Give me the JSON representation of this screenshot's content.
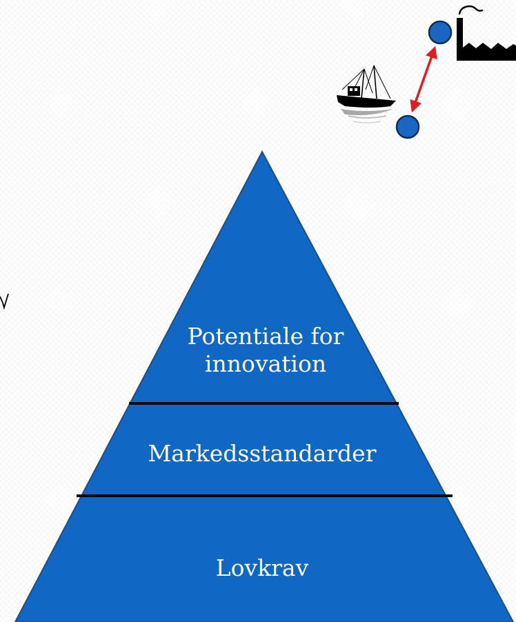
{
  "pyramid": {
    "tiers": [
      {
        "line1": "Potentiale for",
        "line2": "innovation"
      },
      {
        "label": "Markedsstandarder"
      },
      {
        "label": "Lovkrav"
      }
    ]
  },
  "colors": {
    "pyramid_fill": "#1068c4",
    "pyramid_edge": "#1e4d86",
    "divider": "#0a0a0a",
    "connector_arrow": "#e11d1d",
    "node_fill": "#1a67c2",
    "node_edge": "#0d2f57",
    "icon_silhouette": "#000000"
  },
  "icons": {
    "factory": "factory-icon",
    "boat": "fishing-boat-icon"
  }
}
